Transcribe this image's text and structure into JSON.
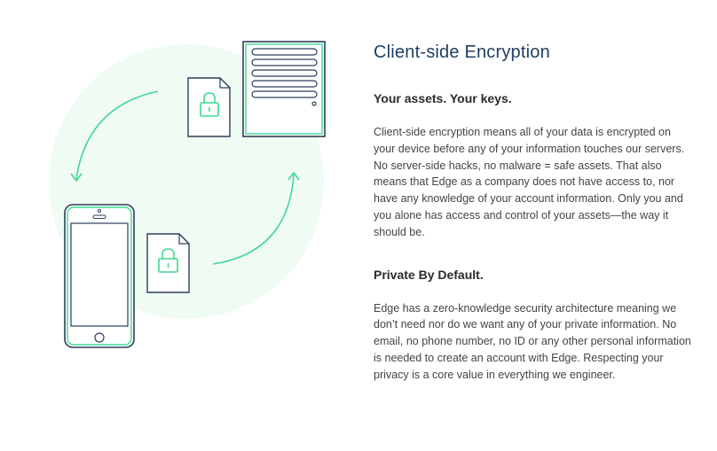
{
  "section": {
    "title": "Client-side Encryption",
    "blocks": [
      {
        "heading": "Your assets. Your keys.",
        "text": "Client-side encryption means all of your data is encrypted on your device before any of your information touches our servers. No server-side hacks, no malware = safe assets. That also means that  Edge as a company does not have access to, nor have any knowledge of your account information. Only you and you alone has access and control of your assets—the way it should be."
      },
      {
        "heading": "Private By Default.",
        "text": "Edge has a zero-knowledge security architecture meaning we don’t need nor do we want any of your private information. No email, no phone number, no ID or any other personal information is needed to create an account with Edge. Respecting your privacy is a core value in everything we engineer."
      }
    ]
  },
  "illustration": {
    "icons": [
      "server-icon",
      "locked-document-icon",
      "smartphone-icon",
      "locked-document-icon"
    ],
    "colors": {
      "accent": "#3fd98f",
      "outline": "#2c3e5a",
      "circle": "#f0fbf4"
    }
  }
}
